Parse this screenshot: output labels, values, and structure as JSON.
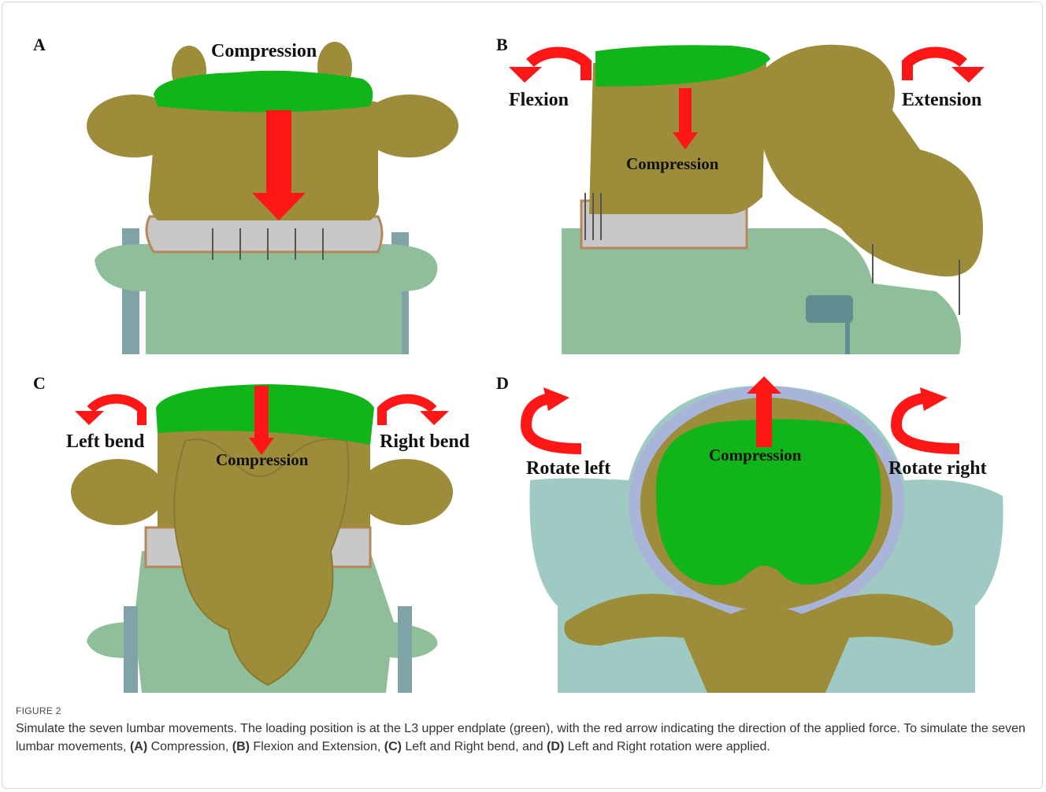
{
  "panels": {
    "a": {
      "label": "A",
      "arrow": "Compression"
    },
    "b": {
      "label": "B",
      "left": "Flexion",
      "right": "Extension",
      "center": "Compression"
    },
    "c": {
      "label": "C",
      "left": "Left bend",
      "right": "Right bend",
      "center": "Compression"
    },
    "d": {
      "label": "D",
      "left": "Rotate left",
      "right": "Rotate right",
      "center": "Compression"
    }
  },
  "caption": {
    "figure_label": "FIGURE 2",
    "text_1": "Simulate the seven lumbar movements. The loading position is at the L3 upper endplate (green), with the red arrow indicating the direction of the applied force. To simulate the seven lumbar movements, ",
    "ref_a": "(A)",
    "text_a": " Compression, ",
    "ref_b": "(B)",
    "text_b": " Flexion and Extension, ",
    "ref_c": "(C)",
    "text_c": " Left and Right bend, and ",
    "ref_d": "(D)",
    "text_d": " Left and Right rotation were applied."
  },
  "colors": {
    "endplate": "#11b51a",
    "bone": "#9d8c3a",
    "lower_vertebra": "#8fbf9a",
    "arrow": "#ff1616",
    "disc": "#c9c9c9"
  }
}
